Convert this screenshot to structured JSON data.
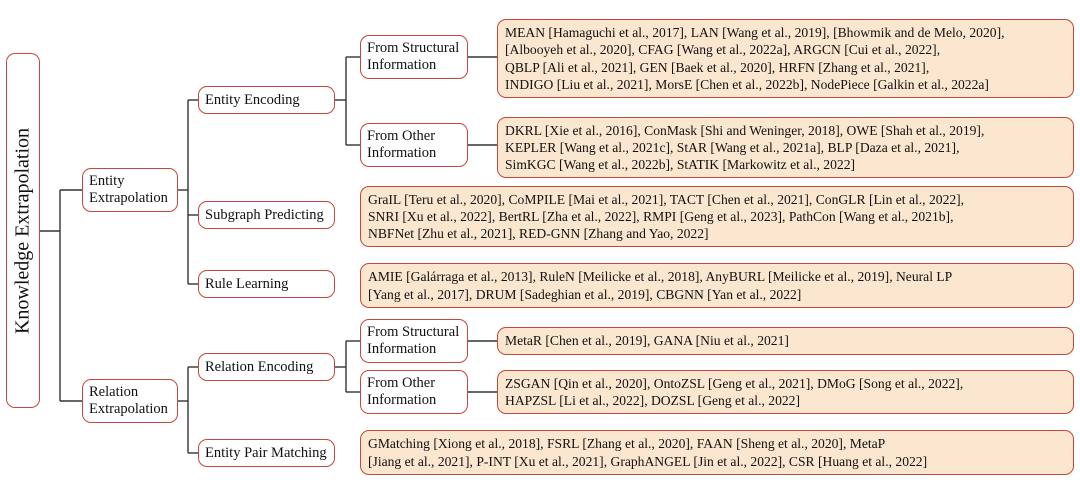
{
  "root": "Knowledge Extrapolation",
  "level1": [
    "Entity\nExtrapolation",
    "Relation\nExtrapolation"
  ],
  "level2": [
    "Entity Encoding",
    "Subgraph Predicting",
    "Rule Learning",
    "Relation Encoding",
    "Entity Pair Matching"
  ],
  "level3": [
    "From Structural\nInformation",
    "From Other\nInformation",
    "From Structural\nInformation",
    "From Other\nInformation"
  ],
  "leaves": [
    "MEAN [Hamaguchi et al., 2017], LAN [Wang et al., 2019], [Bhowmik and de Melo, 2020],\n[Albooyeh et al., 2020], CFAG [Wang et al., 2022a], ARGCN [Cui et al., 2022],\nQBLP [Ali et al., 2021], GEN [Baek et al., 2020], HRFN [Zhang et al., 2021],\nINDIGO [Liu et al., 2021], MorsE [Chen et al., 2022b], NodePiece [Galkin et al., 2022a]",
    "DKRL [Xie et al., 2016], ConMask [Shi and Weninger, 2018], OWE [Shah et al., 2019],\nKEPLER [Wang et al., 2021c], StAR [Wang et al., 2021a], BLP [Daza et al., 2021],\nSimKGC [Wang et al., 2022b], StATIK [Markowitz et al., 2022]",
    "GraIL [Teru et al., 2020], CoMPILE [Mai et al., 2021], TACT [Chen et al., 2021], ConGLR [Lin et al., 2022],\nSNRI [Xu et al., 2022], BertRL [Zha et al., 2022], RMPI [Geng et al., 2023], PathCon [Wang et al., 2021b],\nNBFNet [Zhu et al., 2021], RED-GNN [Zhang and Yao, 2022]",
    "AMIE [Galárraga et al., 2013], RuleN [Meilicke et al., 2018], AnyBURL [Meilicke et al., 2019], Neural LP\n[Yang et al., 2017], DRUM [Sadeghian et al., 2019], CBGNN [Yan et al., 2022]",
    "MetaR [Chen et al., 2019], GANA [Niu et al., 2021]",
    "ZSGAN [Qin et al., 2020], OntoZSL [Geng et al., 2021], DMoG [Song et al., 2022],\nHAPZSL [Li et al., 2022], DOZSL [Geng et al., 2022]",
    "GMatching [Xiong et al., 2018], FSRL [Zhang et al., 2020], FAAN [Sheng et al., 2020], MetaP\n[Jiang et al., 2021], P-INT [Xu et al., 2021], GraphANGEL [Jin et al., 2022], CSR [Huang et al., 2022]"
  ],
  "colors": {
    "border": "#c8463a",
    "leaf_fill": "#fbe6cf",
    "connector": "#333333"
  }
}
